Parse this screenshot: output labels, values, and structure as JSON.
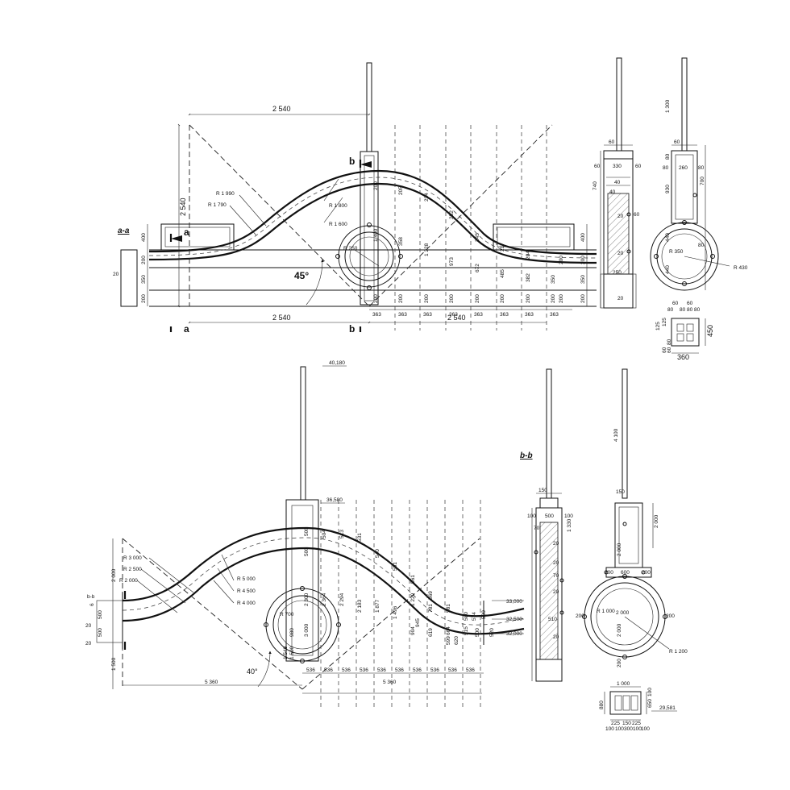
{
  "sections": {
    "aa": "a-a",
    "bb": "b-b",
    "a": "a",
    "b": "b"
  },
  "top": {
    "span_top": "2 540",
    "span_bottom": "2 540",
    "span_right": "2 540",
    "height_left": "2 540",
    "radii": [
      "R 1 990",
      "R 1 790",
      "R 1 800",
      "R 1 600"
    ],
    "r_pipe": "R 250",
    "angle": "45°",
    "left_heights": [
      "400",
      "200",
      "350",
      "200"
    ],
    "left_small": "20",
    "right_heights": [
      "400",
      "200",
      "350",
      "200"
    ],
    "bottom_200s": [
      "200",
      "200",
      "200",
      "200",
      "200",
      "200",
      "200",
      "200",
      "200"
    ],
    "spacing": [
      "363",
      "363",
      "363",
      "363",
      "363",
      "363",
      "363",
      "363"
    ],
    "ordinates": [
      "200",
      "205",
      "224",
      "252",
      "245",
      "217",
      "204",
      "200"
    ],
    "verticals": [
      "1 400",
      "358",
      "1 228",
      "973",
      "672",
      "485",
      "382",
      "350"
    ],
    "side": {
      "w": "60",
      "sub": [
        "60",
        "330",
        "60"
      ],
      "h1": "740",
      "h2": "40",
      "h3": "40",
      "h4": "60",
      "h5": "20",
      "h6": "250",
      "h7": "20",
      "h8": "20"
    },
    "front": {
      "top": "1 300",
      "w": "60",
      "sub": [
        "80",
        "260",
        "80"
      ],
      "h1": "80",
      "h2": "930",
      "h3": "700",
      "h4": "440",
      "h5": "440",
      "h6": "80",
      "r": "R 350",
      "r2": "R 430",
      "foot_top": [
        "60",
        "60"
      ],
      "foot_mid": [
        "80",
        "80",
        "80",
        "80"
      ],
      "foot_side": [
        "125",
        "125",
        "60",
        "80",
        "60"
      ],
      "foot_h": "450",
      "foot_w": "360"
    }
  },
  "bottom": {
    "elev_top": "40,180",
    "elev_mid": "36,580",
    "elev_r1": "33,000",
    "elev_r2": "32,500",
    "elev_r3": "32,000",
    "elev_foot": "29,581",
    "radii": [
      "R 3 000",
      "R 2 500",
      "R 2 000",
      "R 5 000",
      "R 4 500",
      "R 4 000"
    ],
    "r_pipe": "R 700",
    "angle": "40°",
    "span_a": "5 360",
    "span_b": "5 360",
    "left_vert": [
      "2 000",
      "1 500"
    ],
    "left_small": [
      "6",
      "500",
      "20",
      "500",
      "20"
    ],
    "spacing": [
      "536",
      "536",
      "536",
      "536",
      "536",
      "536",
      "536",
      "536",
      "536",
      "536"
    ],
    "ordinates": [
      "500",
      "500",
      "504",
      "513",
      "531",
      "540",
      "551",
      "561",
      "569",
      "581",
      "580",
      "574",
      "500"
    ],
    "verticals": [
      "2 300",
      "2 364",
      "2 294",
      "2 183",
      "1 877",
      "1 496",
      "1 229",
      "945",
      "781",
      "904",
      "619",
      "664",
      "515"
    ],
    "lower": [
      "980",
      "1 549",
      "1 500",
      "3 000",
      "599",
      "620",
      "500",
      "520"
    ],
    "side": {
      "w": "150",
      "sub": [
        "100",
        "500",
        "100"
      ],
      "h1": "70",
      "h2": "1 330",
      "h3": [
        "20",
        "20",
        "70",
        "20",
        "510",
        "20"
      ]
    },
    "front": {
      "top": "4 100",
      "w": "150",
      "sub": [
        "200",
        "600",
        "200"
      ],
      "h1": "2 000",
      "r": "R 1 000",
      "r2": "R 1 200",
      "d": [
        "200",
        "2 000",
        "200",
        "2 000",
        "200"
      ],
      "foot_w": "1 000",
      "foot_h": "880",
      "foot_h2": "650",
      "foot_h3": "100",
      "foot_bottom": [
        "225",
        "150",
        "225"
      ],
      "foot_bottom2": [
        "100",
        "100",
        "300",
        "100",
        "100"
      ]
    }
  }
}
